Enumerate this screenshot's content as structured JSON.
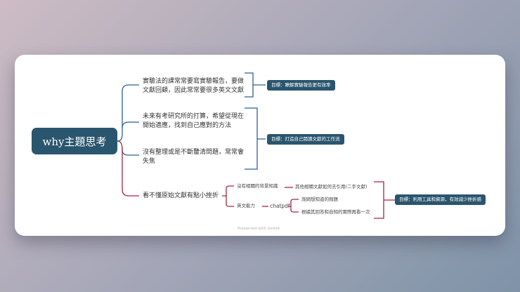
{
  "root": "why主題思考",
  "branches": {
    "b1": {
      "line1": "實驗法的課常常要寫實驗報告，要做",
      "line2": "文獻回顧，因此常常要很多英文文獻"
    },
    "b2": {
      "line1": "未來有考研究所的打算，希望從現在",
      "line2": "開始適應，找到自己應對的方法"
    },
    "b3": {
      "line1": "沒有整理或是不斷釐清問題，常常會",
      "line2": "失焦"
    },
    "b4": {
      "text": "看不懂原始文獻有點小挫折"
    }
  },
  "sub": {
    "s1": "沒有相關的背景知識",
    "s1a": "其他相關文獻如何去引用(二手文獻)",
    "s2": "英文能力",
    "s2_tool": "chatpdf",
    "s2a": "詢問想知道的問題",
    "s2b": "根據其回答和自知的實際再看一次"
  },
  "goals": {
    "g1": "目標：瞭解實驗報告更有效率",
    "g2": "目標：打造自己閱讀文獻的工作流",
    "g3": "目標：利用工具和資源，有效減少挫折感"
  },
  "footer": "Presented with xmind"
}
